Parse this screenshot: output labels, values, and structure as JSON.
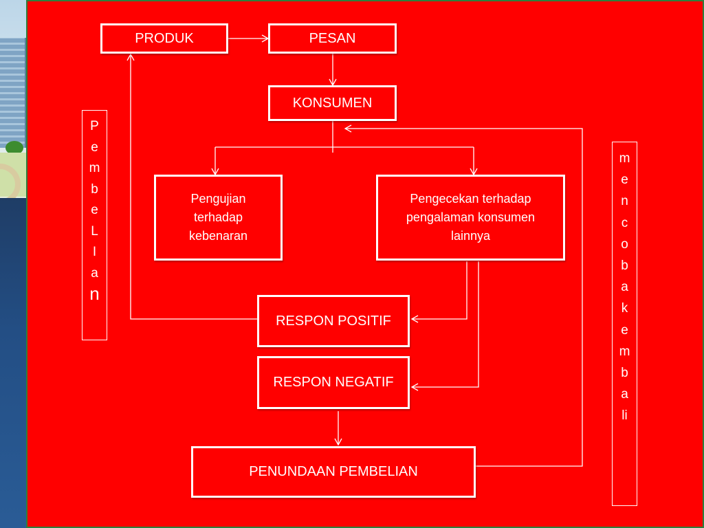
{
  "nodes": {
    "produk": "PRODUK",
    "pesan": "PESAN",
    "konsumen": "KONSUMEN",
    "pengujian": "Pengujian terhadap kebenaran",
    "pengecekan": "Pengecekan terhadap pengalaman konsumen lainnya",
    "respon_positif": "RESPON POSITIF",
    "respon_negatif": "RESPON NEGATIF",
    "penundaan": "PENUNDAAN PEMBELIAN"
  },
  "side_labels": {
    "pembelian": "P\ne\nm\nb\ne\nL\nI\na",
    "pembelian_last": "n",
    "mencoba_kembali": "m\ne\nn\nc\no\nb\na\nk\ne\nm\nb\na\nli"
  },
  "colors": {
    "panel": "#ff0000",
    "box_border": "#ffffff",
    "text": "#ffffff",
    "frame": "#2f7f3c"
  }
}
